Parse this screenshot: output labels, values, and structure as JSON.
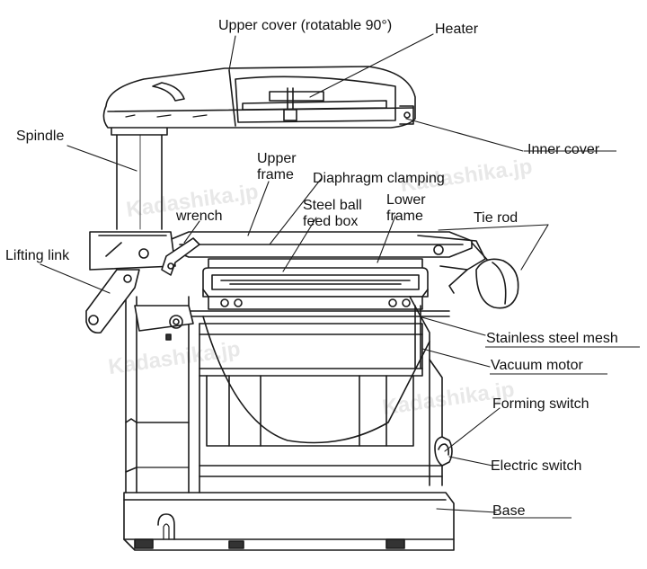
{
  "labels": {
    "upper_cover": "Upper cover (rotatable 90°)",
    "heater": "Heater",
    "spindle": "Spindle",
    "inner_cover": "Inner cover",
    "upper_frame": "Upper\nframe",
    "diaphragm_clamping": "Diaphragm clamping",
    "steel_ball_feed_box": "Steel ball\nfeed box",
    "lower_frame": "Lower\nframe",
    "wrench": "wrench",
    "tie_rod": "Tie rod",
    "lifting_link": "Lifting link",
    "stainless_steel_mesh": "Stainless steel mesh",
    "vacuum_motor": "Vacuum motor",
    "forming_switch": "Forming switch",
    "electric_switch": "Electric switch",
    "base": "Base"
  },
  "watermark": "Kadashika.jp",
  "colors": {
    "line": "#1a1a1a",
    "text": "#111111"
  }
}
